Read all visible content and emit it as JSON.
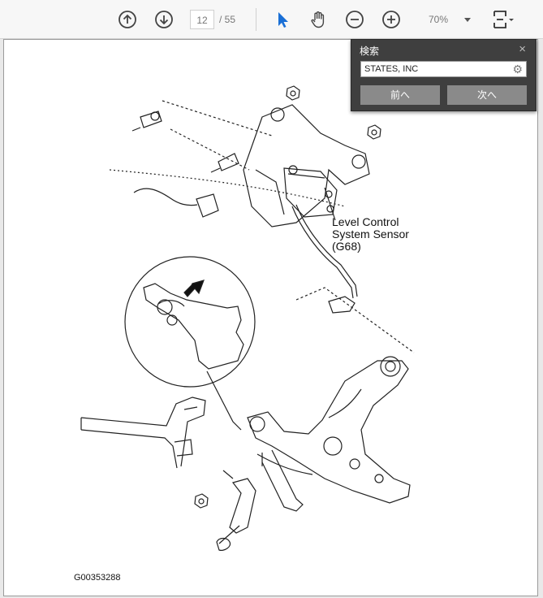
{
  "toolbar": {
    "prev_icon": "arrow-up-circle-icon",
    "next_icon": "arrow-down-circle-icon",
    "page_current": "12",
    "page_total": "/ 55",
    "select_icon": "cursor-arrow-icon",
    "hand_icon": "hand-icon",
    "zoom_out_icon": "minus-circle-icon",
    "zoom_in_icon": "plus-circle-icon",
    "zoom_value": "70%",
    "fit_icon": "page-fit-icon"
  },
  "find_panel": {
    "title": "検索",
    "close": "×",
    "query": "STATES, INC",
    "prev_label": "前へ",
    "next_label": "次へ"
  },
  "diagram": {
    "label_line1": "Level Control",
    "label_line2": "System Sensor",
    "label_line3": "(G68)",
    "figure_code": "G00353288"
  }
}
